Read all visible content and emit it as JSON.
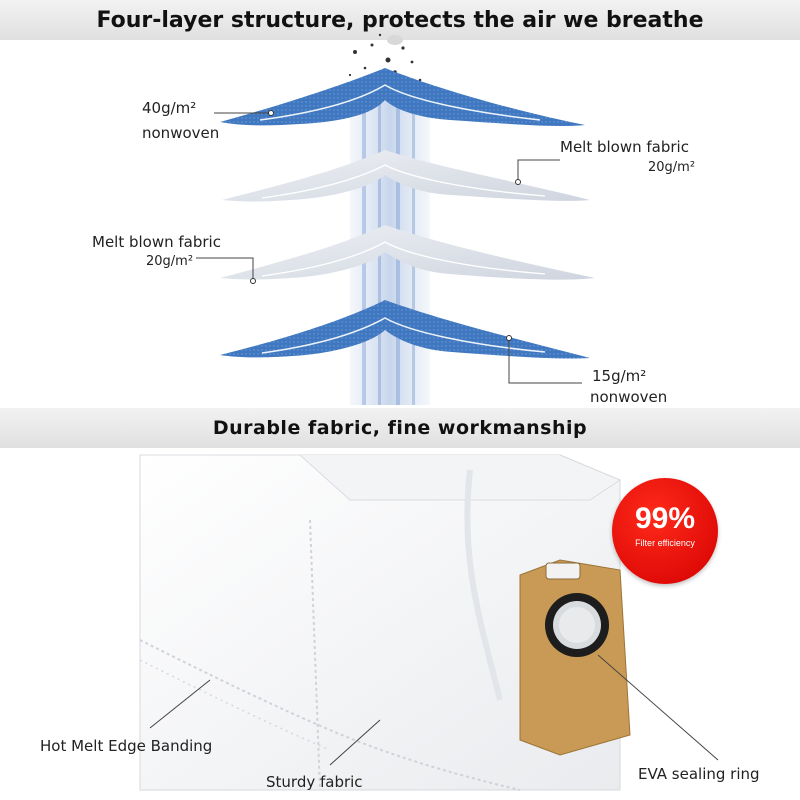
{
  "header": {
    "title": "Four-layer structure, protects the air we breathe"
  },
  "layers": [
    {
      "weight": "40g/m²",
      "name": "nonwoven"
    },
    {
      "weight": "20g/m²",
      "name": "Melt blown fabric"
    },
    {
      "weight": "20g/m²",
      "name": "Melt blown fabric"
    },
    {
      "weight": "15g/m²",
      "name": "nonwoven"
    }
  ],
  "section2": {
    "title": "Durable fabric, fine workmanship"
  },
  "badge": {
    "percent": "99%",
    "label": "Filter efficiency"
  },
  "callouts": {
    "edge": "Hot Melt Edge Banding",
    "fabric": "Sturdy fabric",
    "ring": "EVA sealing ring"
  },
  "colors": {
    "blue_layer": "#3f78c0",
    "gray_layer": "#dfe3ea",
    "badge_red": "#e60000",
    "card_tan": "#c99a55"
  }
}
